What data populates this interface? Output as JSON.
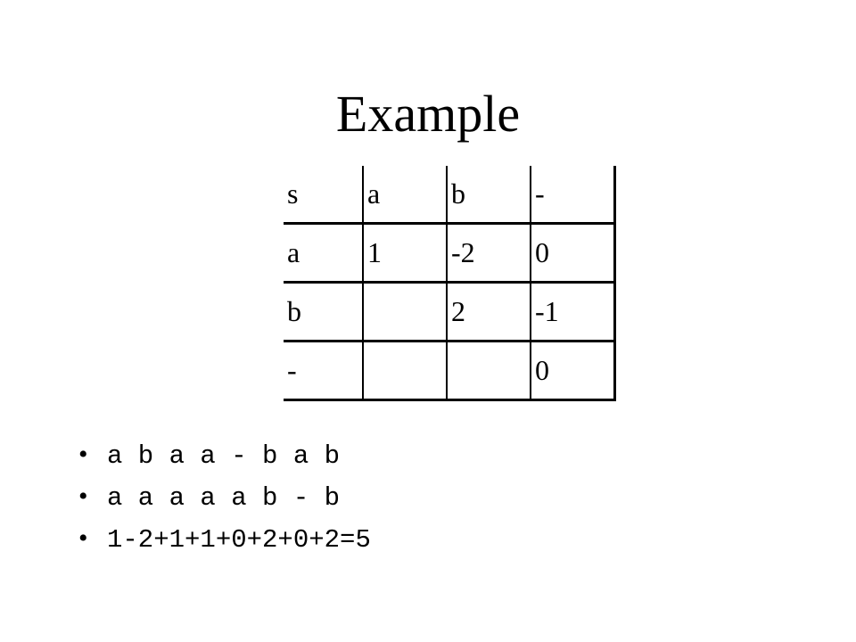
{
  "slide": {
    "title": "Example",
    "table": {
      "rows": [
        [
          "s",
          "a",
          "b",
          "-"
        ],
        [
          "a",
          "1",
          "-2",
          "0"
        ],
        [
          "b",
          "",
          "2",
          "-1"
        ],
        [
          "-",
          "",
          "",
          "0"
        ]
      ]
    },
    "bullets": [
      {
        "marker": "•",
        "text": "a b a a - b a b"
      },
      {
        "marker": "•",
        "text": "a a a a a b - b"
      },
      {
        "marker": "•",
        "text": "1-2+1+1+0+2+0+2=5"
      }
    ]
  }
}
